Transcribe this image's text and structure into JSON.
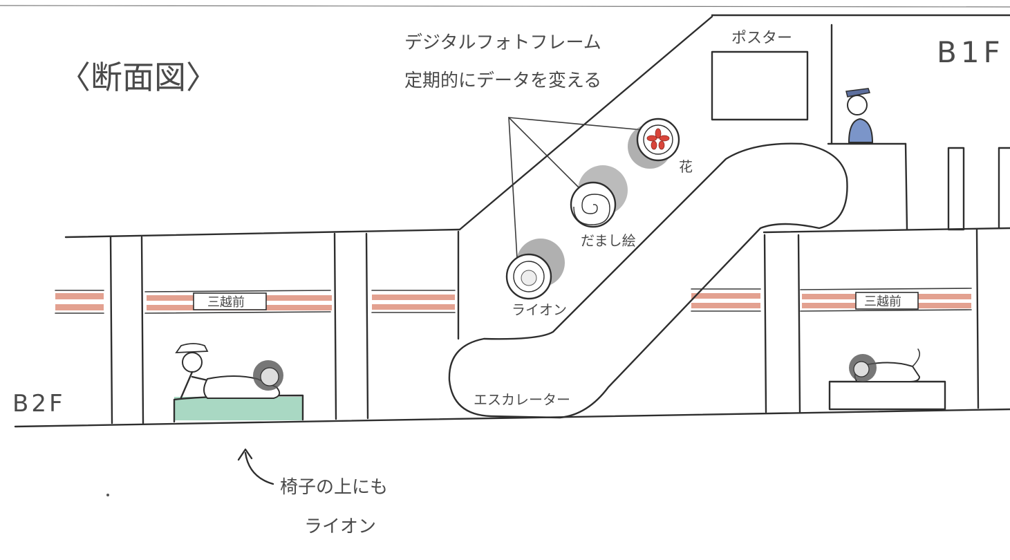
{
  "title": "〈断面図〉",
  "labels": {
    "frame_note_line1": "デジタルフォトフレーム",
    "frame_note_line2": "定期的にデータを変える",
    "poster": "ポスター",
    "floor_b1": "B1F",
    "floor_b2": "B2F",
    "station_sign_left": "三越前",
    "station_sign_right": "三越前",
    "frame_flower": "花",
    "frame_illusion": "だまし絵",
    "frame_lion": "ライオン",
    "escalator": "エスカレーター",
    "bench_note_line1": "椅子の上にも",
    "bench_note_line2": "ライオン"
  },
  "colors": {
    "stripe_red": "#e3a190",
    "bench_green": "#a9d8c3",
    "flower_red": "#d9453a",
    "staff_blue": "#7b95c9",
    "pencil": "#2e2e2e"
  }
}
